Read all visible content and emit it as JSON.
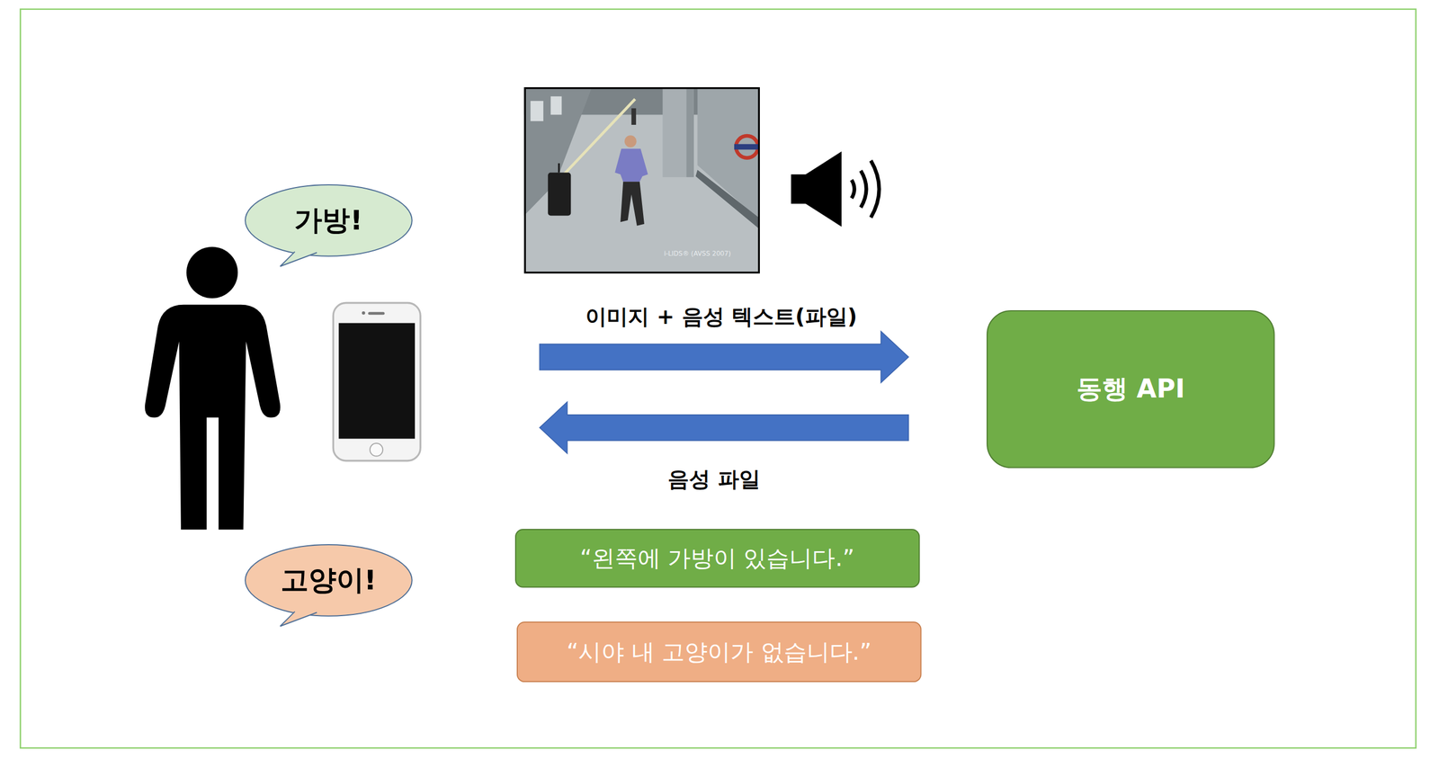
{
  "diagram": {
    "nodes": [
      {
        "text": [
          "가방!"
        ]
      },
      {
        "text": [
          "동행 API"
        ]
      },
      {
        "text": [
          "“왼쪽에 가방이 있습니다.”"
        ]
      },
      {
        "text": [
          "고양이!"
        ]
      },
      {
        "text": [
          "“시야 내 고양이가 없습니다.”"
        ]
      }
    ],
    "labels": [
      "이미지 + 음성 텍스트(파일)",
      "음성 파일",
      "i-LIDS® (AVSS 2007)"
    ]
  }
}
